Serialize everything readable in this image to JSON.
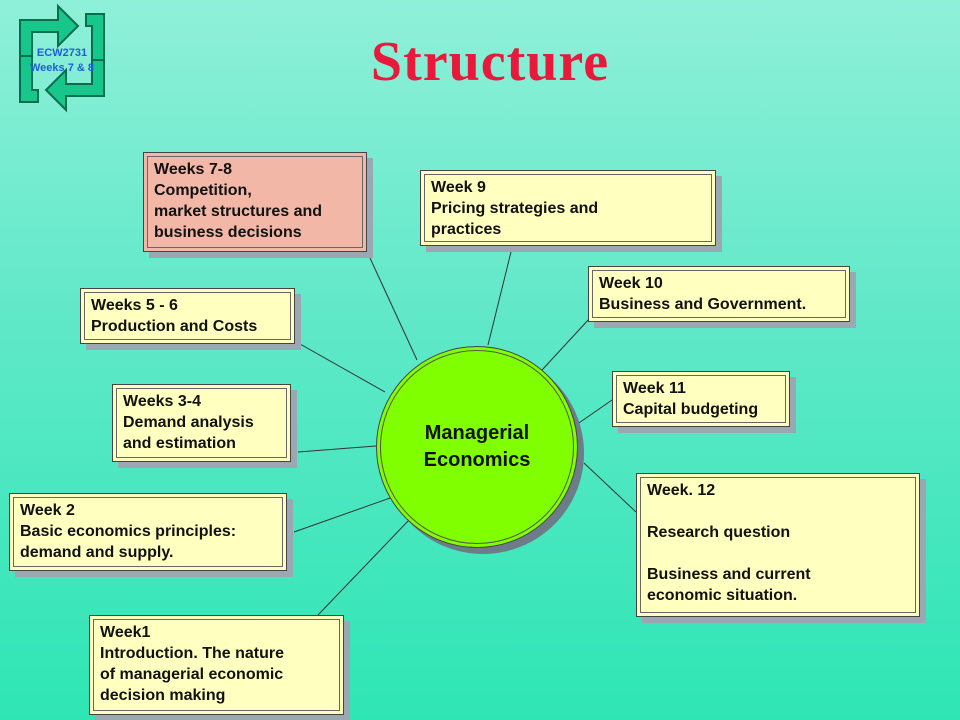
{
  "logo": {
    "icon": "recycle-arrows-icon",
    "line1": "ECW2731",
    "line2": "Weeks  7 & 8"
  },
  "title": "Structure",
  "center": {
    "line1": "Managerial",
    "line2": "Economics",
    "color": "#80ff00"
  },
  "boxes": [
    {
      "id": "weeks-7-8",
      "highlight": true,
      "lines": [
        "Weeks 7-8",
        "Competition,",
        "market structures and",
        "business decisions"
      ]
    },
    {
      "id": "week-9",
      "highlight": false,
      "lines": [
        "Week 9",
        "Pricing strategies and",
        "practices"
      ]
    },
    {
      "id": "week-10",
      "highlight": false,
      "lines": [
        "Week 10",
        "Business and Government."
      ]
    },
    {
      "id": "weeks-5-6",
      "highlight": false,
      "lines": [
        "Weeks 5 - 6",
        "Production and Costs"
      ]
    },
    {
      "id": "week-11",
      "highlight": false,
      "lines": [
        "Week 11",
        "Capital budgeting"
      ]
    },
    {
      "id": "weeks-3-4",
      "highlight": false,
      "lines": [
        "Weeks 3-4",
        "Demand analysis",
        "and estimation"
      ]
    },
    {
      "id": "week-12",
      "highlight": false,
      "lines": [
        "Week. 12",
        "",
        "Research question",
        "",
        "Business and current",
        "economic situation."
      ]
    },
    {
      "id": "week-2",
      "highlight": false,
      "lines": [
        "Week 2",
        "Basic economics principles:",
        "demand and supply."
      ]
    },
    {
      "id": "week-1",
      "highlight": false,
      "lines": [
        "Week1",
        "Introduction. The nature",
        "of managerial economic",
        "decision making"
      ]
    }
  ],
  "colors": {
    "title": "#e8193a",
    "box_fill": "#ffffc0",
    "highlight_fill": "#f2b7a6",
    "logo_text": "#1e5fd8"
  }
}
